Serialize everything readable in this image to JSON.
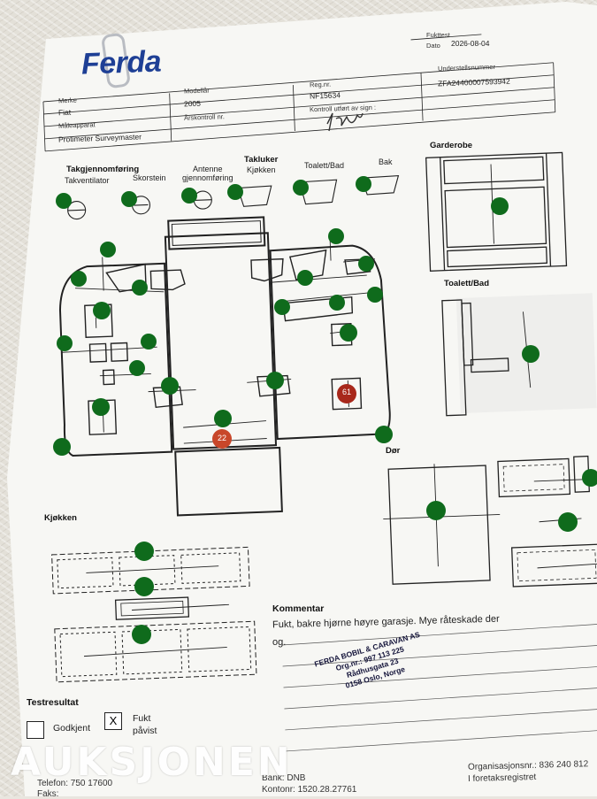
{
  "header": {
    "logo": "Ferda",
    "test_type": "Fukttest",
    "date_label": "Dato",
    "date_value": "2026-08-04"
  },
  "form": {
    "merke_label": "Merke",
    "merke_value": "Fiat",
    "modell_label": "Modellår",
    "modell_value": "2005",
    "regnr_label": "Reg.nr.",
    "regnr_value": "NF15634",
    "understell_label": "Understellsnummer",
    "understell_value": "ZFA24400007593942",
    "maaleapparat_label": "Måleapparat",
    "maaleapparat_value": "Protimeter Surveymaster",
    "aarskontroll_label": "Årskontroll nr.",
    "kontroll_label": "Kontroll utført av sign :",
    "signature": "HW"
  },
  "sections": {
    "takgjennomforing": "Takgjennomføring",
    "takventilator": "Takventilator",
    "skorstein": "Skorstein",
    "antenne": "Antenne\ngjennomføring",
    "takluker": "Takluker",
    "kjokken_luke": "Kjøkken",
    "toalett_bad_luke": "Toalett/Bad",
    "bak": "Bak",
    "garderobe": "Garderobe",
    "toalett_bad": "Toalett/Bad",
    "dor": "Dør",
    "kjokken": "Kjøkken"
  },
  "readings": {
    "red_1": "61",
    "red_2": "22"
  },
  "comment": {
    "label": "Kommentar",
    "line1": "Fukt, bakre hjørne høyre garasje. Mye råteskade der",
    "line2": "og."
  },
  "stamp": {
    "line1": "FERDA BOBIL & CARAVAN AS",
    "line2": "Org.nr.: 997 113 225",
    "line3": "Rådhusgata 23",
    "line4": "0158 Oslo, Norge"
  },
  "result": {
    "label": "Testresultat",
    "option1": "Godkjent",
    "option2_line1": "Fukt",
    "option2_line2": "påvist",
    "option2_mark": "X"
  },
  "footer": {
    "telefon": "Telefon: 750 17600",
    "faks": "Faks:",
    "bank": "Bank: DNB",
    "kontonr": "Kontonr: 1520.28.27761",
    "orgnr": "Organisasjonsnr.: 836 240 812",
    "foretak": "I foretaksregistret"
  },
  "watermark": "AUKSJONEN",
  "colors": {
    "green": "#0f6b1c",
    "red": "#b5321a",
    "ink": "#222222",
    "brand": "#1e3f95"
  }
}
